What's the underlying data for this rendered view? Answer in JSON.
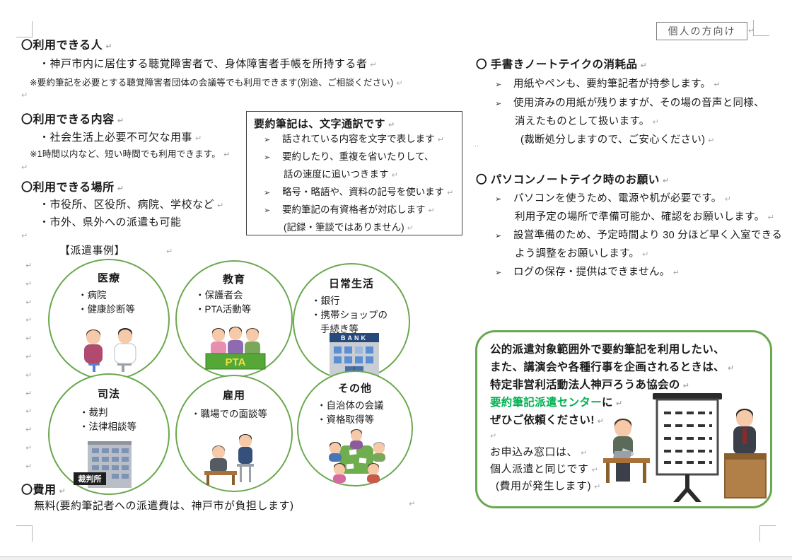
{
  "marks": {
    "pilcrow": "↵",
    "arrow": "➢",
    "stray": "‥"
  },
  "corner_label": "個人の方向け",
  "left": {
    "people": {
      "title": "〇利用できる人",
      "bullet": "・神戸市内に居住する聴覚障害者で、身体障害者手帳を所持する者",
      "note": "※要約筆記を必要とする聴覚障害者団体の会議等でも利用できます(別途、ご相談ください)"
    },
    "content": {
      "title": "〇利用できる内容",
      "bullet": "・社会生活上必要不可欠な用事",
      "note": "※1時間以内など、短い時間でも利用できます。"
    },
    "place": {
      "title": "〇利用できる場所",
      "bullet1": "・市役所、区役所、病院、学校など",
      "bullet2": "・市外、県外への派遣も可能"
    },
    "examples_label": "【派遣事例】",
    "cost": {
      "title": "〇費用",
      "body": "無料(要約筆記者への派遣費は、神戸市が負担します)"
    }
  },
  "info_box": {
    "title": "要約筆記は、文字通訳です",
    "lines": [
      "話されている内容を文字で表します",
      "要約したり、重複を省いたりして、",
      "話の速度に追いつきます",
      "略号・略語や、資料の記号を使います",
      "要約筆記の有資格者が対応します",
      "(記録・筆談ではありません)"
    ]
  },
  "circles": [
    {
      "title": "医療",
      "items": [
        "・病院",
        "・健康診断等"
      ]
    },
    {
      "title": "教育",
      "items": [
        "・保護者会",
        "・PTA活動等"
      ]
    },
    {
      "title": "日常生活",
      "items": [
        "・銀行",
        "・携帯ショップの",
        "手続き等"
      ]
    },
    {
      "title": "司法",
      "items": [
        "・裁判",
        "・法律相談等"
      ]
    },
    {
      "title": "雇用",
      "items": [
        "・職場での面談等"
      ]
    },
    {
      "title": "その他",
      "items": [
        "・自治体の会議",
        "・資格取得等"
      ]
    }
  ],
  "signs": {
    "bank": "BANK",
    "pta": "PTA",
    "court": "裁判所"
  },
  "right": {
    "handwritten": {
      "title": "〇 手書きノートテイクの消耗品",
      "lines": [
        "用紙やペンも、要約筆記者が持参します。",
        "使用済みの用紙が残りますが、その場の音声と同様、",
        "消えたものとして扱います。",
        "(裁断処分しますので、ご安心ください)"
      ]
    },
    "pc": {
      "title": "〇 パソコンノートテイク時のお願い",
      "lines": [
        "パソコンを使うため、電源や机が必要です。",
        "利用予定の場所で準備可能か、確認をお願いします。",
        "設営準備のため、予定時間より 30 分ほど早く入室できる",
        "よう調整をお願いします。",
        "ログの保存・提供はできません。"
      ]
    }
  },
  "green_box": {
    "bold1": "公的派遣対象範囲外で要約筆記を利用したい、",
    "bold2": "また、講演会や各種行事を企画されるときは、",
    "bold3": "特定非営利活動法人神戸ろうあ協会の",
    "highlight": "要約筆記派遣センター",
    "highlight_suffix": "に",
    "bold4": "ぜひご依頼ください!",
    "normal1": "お申込み窓口は、",
    "normal2": "個人派遣と同じです",
    "normal3": "(費用が発生します)"
  },
  "colors": {
    "green_border": "#6aa84f",
    "green_text": "#00B050",
    "mark_gray": "#a8a8a8"
  }
}
